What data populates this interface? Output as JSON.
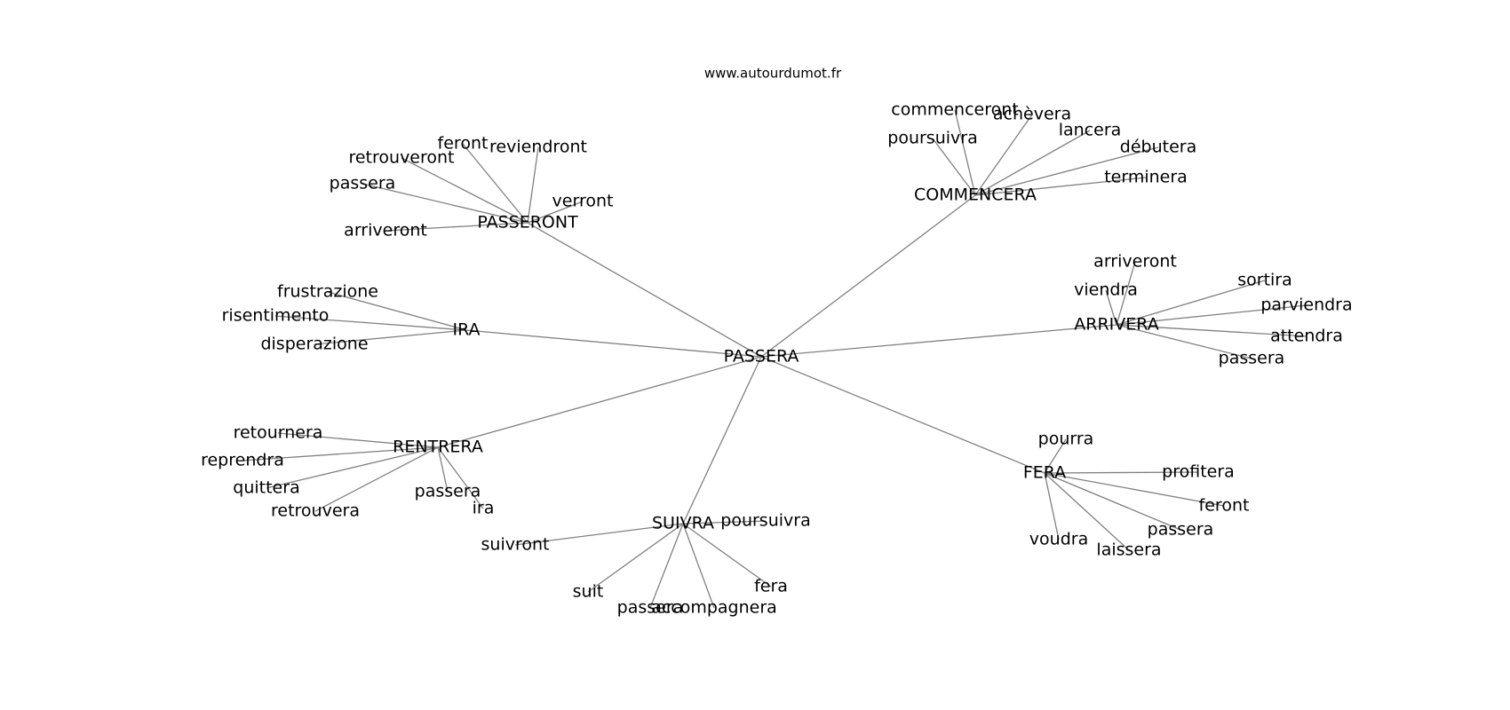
{
  "site": "www.autourdumot.fr",
  "center": "PASSERA",
  "groups": [
    {
      "label": "PASSERONT",
      "words": [
        "feront",
        "reviendront",
        "retrouveront",
        "passera",
        "verront",
        "arriveront"
      ]
    },
    {
      "label": "COMMENCERA",
      "words": [
        "commenceront",
        "achèvera",
        "poursuivra",
        "lancera",
        "débutera",
        "terminera"
      ]
    },
    {
      "label": "IRA",
      "words": [
        "frustrazione",
        "risentimento",
        "disperazione"
      ]
    },
    {
      "label": "ARRIVERA",
      "words": [
        "arriveront",
        "viendra",
        "sortira",
        "parviendra",
        "attendra",
        "passera"
      ]
    },
    {
      "label": "RENTRERA",
      "words": [
        "retournera",
        "reprendra",
        "quittera",
        "retrouvera",
        "passera",
        "ira"
      ]
    },
    {
      "label": "FERA",
      "words": [
        "pourra",
        "profitera",
        "feront",
        "passera",
        "voudra",
        "laissera"
      ]
    },
    {
      "label": "SUIVRA",
      "words": [
        "poursuivra",
        "suivront",
        "suit",
        "passera",
        "accompagnera",
        "fera"
      ]
    }
  ]
}
